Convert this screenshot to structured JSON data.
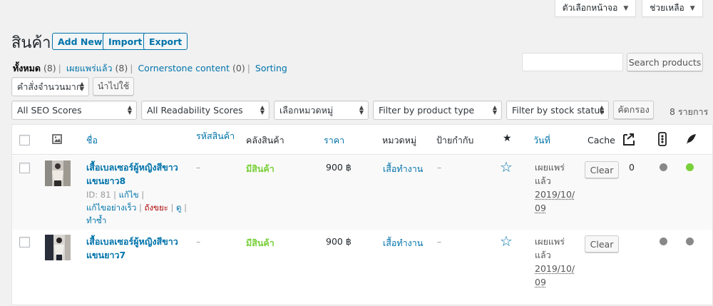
{
  "screen_tabs": {
    "screen_options": "ตัวเลือกหน้าจอ",
    "help": "ช่วยเหลือ"
  },
  "header": {
    "title": "สินค้า",
    "add_new": "Add New",
    "import": "Import",
    "export": "Export"
  },
  "views": [
    {
      "label": "ทั้งหมด",
      "count": "(8)"
    },
    {
      "label": "เผยแพร่แล้ว",
      "count": "(8)"
    },
    {
      "label": "Cornerstone content",
      "count": "(0)"
    },
    {
      "label": "Sorting",
      "count": ""
    }
  ],
  "search": {
    "value": "",
    "button": "Search products"
  },
  "bulk": {
    "selected": "คำสั่งจำนวนมาก",
    "apply": "นำไปใช้"
  },
  "filters": {
    "seo": "All SEO Scores",
    "readability": "All Readability Scores",
    "category": "เลือกหมวดหมู่",
    "product_type": "Filter by product type",
    "stock_status": "Filter by stock status",
    "filter_button": "คัดกรอง",
    "items_count": "8 รายการ"
  },
  "columns": {
    "name": "ชื่อ",
    "sku": "รหัสสินค้า",
    "stock": "คลังสินค้า",
    "price": "ราคา",
    "categories": "หมวดหมู่",
    "tags": "ป้ายกำกับ",
    "date": "วันที่",
    "cache": "Cache"
  },
  "row_actions": {
    "edit": "แก้ไข",
    "quick_edit": "แก้ไขอย่างเร็ว",
    "trash": "ถังขยะ",
    "view": "ดู",
    "duplicate": "ทำซ้ำ"
  },
  "products": [
    {
      "name_line1": "เสื้อเบลเซอร์ผู้หญิงสีขาว",
      "name_line2": "แขนยาว8",
      "id": "ID: 81",
      "sku": "–",
      "stock": "มีสินค้า",
      "price": "900 ฿",
      "category": "เสื้อทำงาน",
      "tags": "–",
      "status_line1": "เผยแพร่",
      "status_line2": "แล้ว",
      "date_line1": "2019/10/",
      "date_line2": "09",
      "clear": "Clear",
      "cache_count": "0",
      "seo_color": "#888888",
      "readability_color": "#7ad03a"
    },
    {
      "name_line1": "เสื้อเบลเซอร์ผู้หญิงสีขาว",
      "name_line2": "แขนยาว7",
      "sku": "–",
      "stock": "มีสินค้า",
      "price": "900 ฿",
      "category": "เสื้อทำงาน",
      "tags": "–",
      "status_line1": "เผยแพร่",
      "status_line2": "แล้ว",
      "date_line1": "2019/10/",
      "date_line2": "09",
      "clear": "Clear",
      "seo_color": "#888888",
      "readability_color": "#888888"
    }
  ]
}
